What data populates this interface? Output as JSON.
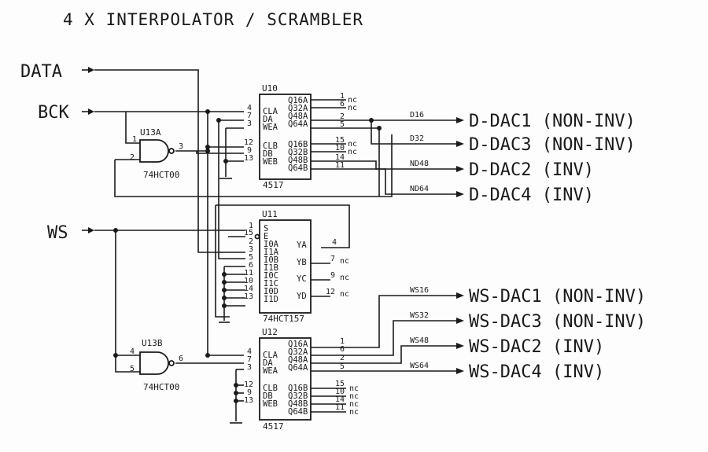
{
  "title": "4 X INTERPOLATOR / SCRAMBLER",
  "inputs": {
    "data": "DATA",
    "bck": "BCK",
    "ws": "WS"
  },
  "chips": {
    "u10": {
      "ref": "U10",
      "type": "4517"
    },
    "u11": {
      "ref": "U11",
      "type": "74HCT157"
    },
    "u12": {
      "ref": "U12",
      "type": "4517"
    },
    "u13a": {
      "ref": "U13A",
      "type": "74HCT00"
    },
    "u13b": {
      "ref": "U13B",
      "type": "74HCT00"
    }
  },
  "u4517": {
    "left": [
      "CLA",
      "DA",
      "WEA",
      "CLB",
      "DB",
      "WEB"
    ],
    "right": [
      "Q16A",
      "Q32A",
      "Q48A",
      "Q64A",
      "Q16B",
      "Q32B",
      "Q48B",
      "Q64B"
    ]
  },
  "u10_pins": {
    "left": [
      "4",
      "7",
      "3",
      "12",
      "9",
      "13"
    ],
    "right": [
      "1",
      "6",
      "2",
      "5",
      "15",
      "10",
      "14",
      "11"
    ]
  },
  "u12_pins": {
    "left": [
      "4",
      "7",
      "3",
      "12",
      "9",
      "13"
    ],
    "right": [
      "1",
      "6",
      "2",
      "5",
      "15",
      "10",
      "14",
      "11"
    ]
  },
  "u11": {
    "left": [
      "S",
      "E",
      "I0A",
      "I1A",
      "I0B",
      "I1B",
      "I0C",
      "I1C",
      "I0D",
      "I1D"
    ],
    "left_pins": [
      "1",
      "15",
      "2",
      "3",
      "5",
      "6",
      "11",
      "10",
      "14",
      "13"
    ],
    "right": [
      "YA",
      "YB",
      "YC",
      "YD"
    ],
    "right_pins": [
      "4",
      "7",
      "9",
      "12"
    ]
  },
  "gate_pins": {
    "u13a": [
      "1",
      "2",
      "3"
    ],
    "u13b": [
      "4",
      "5",
      "6"
    ]
  },
  "nc": "nc",
  "d_nets": [
    "D16",
    "D32",
    "ND48",
    "ND64"
  ],
  "d_outputs": [
    "D-DAC1 (NON-INV)",
    "D-DAC3 (NON-INV)",
    "D-DAC2 (INV)",
    "D-DAC4 (INV)"
  ],
  "ws_nets": [
    "WS16",
    "WS32",
    "WS48",
    "WS64"
  ],
  "ws_outputs": [
    "WS-DAC1 (NON-INV)",
    "WS-DAC3 (NON-INV)",
    "WS-DAC2 (INV)",
    "WS-DAC4 (INV)"
  ]
}
